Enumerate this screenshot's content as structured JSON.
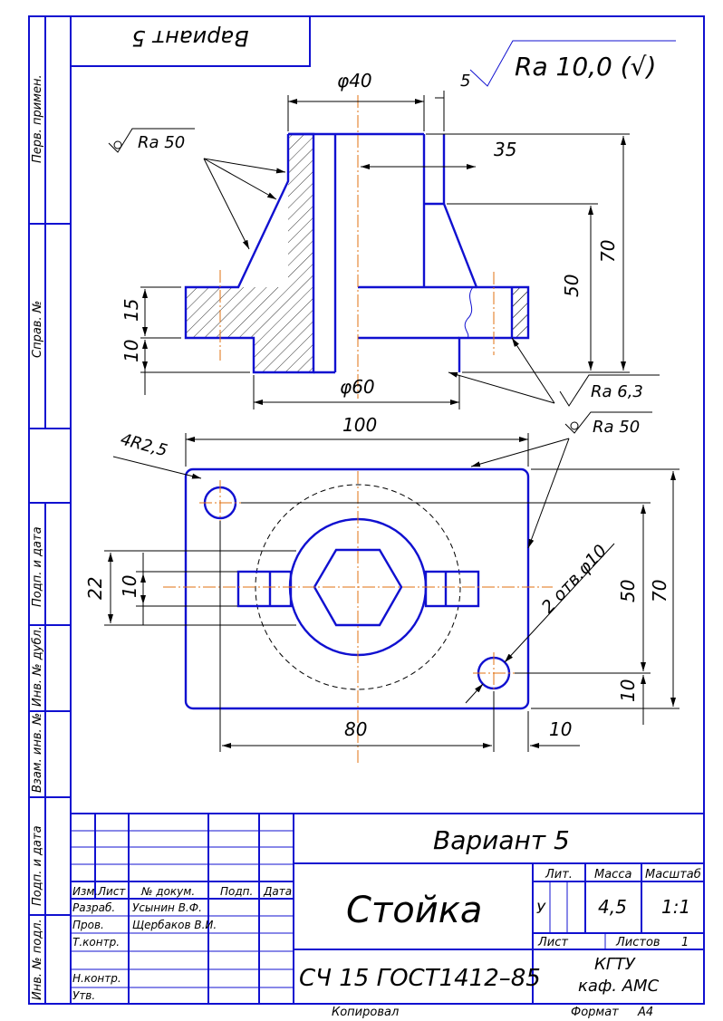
{
  "margin_labels": {
    "perv_primen": "Перв. примен.",
    "sprav_no": "Справ. №",
    "podp_data_1": "Подп. и дата",
    "inv_dubl": "Инв. № дубл.",
    "vzam_inv": "Взам. инв. №",
    "podp_data_2": "Подп. и дата",
    "inv_podl": "Инв. № подл."
  },
  "top_variant_stamp": "Вариант 5",
  "roughness_general": {
    "sign_dim": "5",
    "value": "Ra 10,0 (√)"
  },
  "front_view": {
    "dims": {
      "top_diameter": "φ40",
      "wall": "35",
      "height_total": "70",
      "height_cone": "50",
      "flange": "15",
      "base": "10",
      "bottom_diameter": "φ60"
    },
    "roughness": {
      "cone": "Ra 50",
      "base": "Ra 6,3"
    }
  },
  "plan_view": {
    "dims": {
      "width": "100",
      "radius": "4R2,5",
      "width_holes": "80",
      "edge": "10",
      "slot_outer": "22",
      "slot_inner": "10",
      "height_holes": "50",
      "height_total": "70",
      "edge_bottom": "10",
      "holes": "2 отв.φ10"
    },
    "roughness": "Ra 50"
  },
  "title_block": {
    "variant": "Вариант 5",
    "part_name": "Стойка",
    "material": "СЧ 15 ГОСТ1412–85",
    "headers": {
      "izm": "Изм.",
      "list": "Лист",
      "doc_no": "№ докум.",
      "podp": "Подп.",
      "data": "Дата"
    },
    "roles": {
      "razrab": "Разраб.",
      "prov": "Пров.",
      "tkontr": "Т.контр.",
      "nkontr": "Н.контр.",
      "utv": "Утв."
    },
    "names": {
      "razrab": "Усынин В.Ф.",
      "prov": "Щербаков В.И."
    },
    "lit_label": "Лит.",
    "lit_value": "У",
    "mass_label": "Масса",
    "mass_value": "4,5",
    "scale_label": "Масштаб",
    "scale_value": "1:1",
    "sheet_label": "Лист",
    "sheets_label": "Листов",
    "sheets_value": "1",
    "org_1": "КГТУ",
    "org_2": "каф. АМС"
  },
  "footer": {
    "copied": "Копировал",
    "format_label": "Формат",
    "format_value": "А4"
  },
  "colors": {
    "outline": "#1010d0",
    "axis": "#e07010",
    "dim": "#000000"
  }
}
